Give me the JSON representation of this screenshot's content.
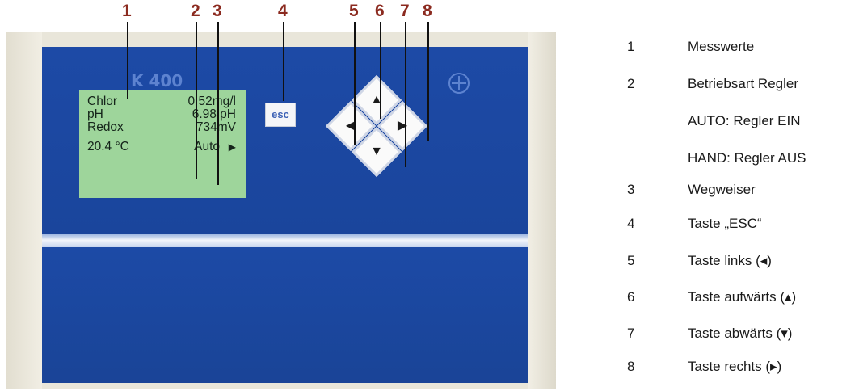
{
  "callouts": [
    "1",
    "2",
    "3",
    "4",
    "5",
    "6",
    "7",
    "8"
  ],
  "device": {
    "model": "K 400",
    "lcd": {
      "rows": [
        {
          "left": "Chlor",
          "right": "0.52mg/l"
        },
        {
          "left": "pH",
          "right": "6.98 pH"
        },
        {
          "left": "Redox",
          "right": "734mV"
        },
        {
          "left": "20.4 °C",
          "right": "Auto"
        }
      ],
      "pointer": "▶"
    },
    "esc_label": "esc",
    "keys": {
      "left": "◀",
      "up": "▲",
      "down": "▼",
      "right": "▶"
    }
  },
  "legend": [
    {
      "num": "1",
      "text": "Messwerte"
    },
    {
      "num": "2",
      "text": "Betriebsart Regler"
    },
    {
      "num": "",
      "text": "AUTO: Regler EIN"
    },
    {
      "num": "",
      "text": "HAND: Regler AUS"
    },
    {
      "num": "3",
      "text": "Wegweiser"
    },
    {
      "num": "4",
      "text": "Taste „ESC“"
    },
    {
      "num": "5",
      "text": "Taste links (◂)"
    },
    {
      "num": "6",
      "text": "Taste aufwärts (▴)"
    },
    {
      "num": "7",
      "text": "Taste abwärts (▾)"
    },
    {
      "num": "8",
      "text": "Taste rechts (▸)"
    }
  ],
  "colors": {
    "callout": "#8b2a1f",
    "panel": "#1a459c",
    "lcd": "#9ed59b"
  }
}
